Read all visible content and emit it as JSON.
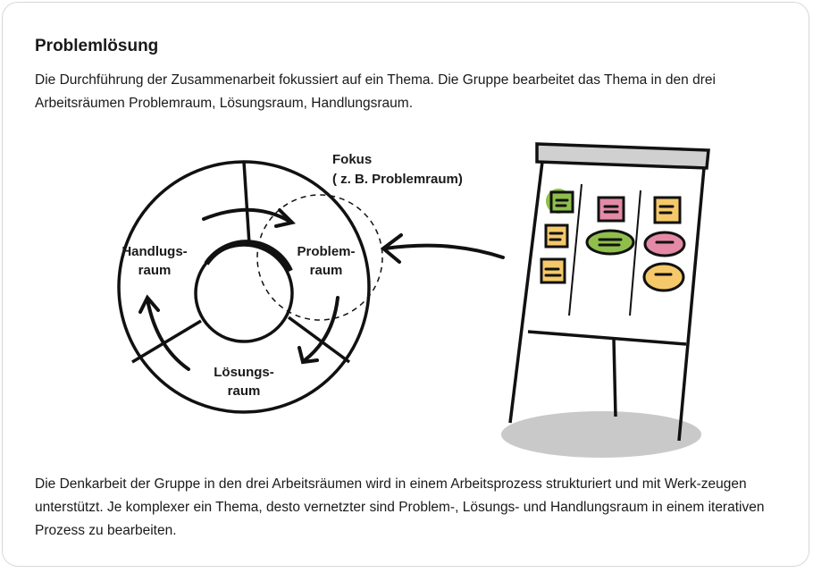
{
  "title": "Problemlösung",
  "intro": "Die Durchführung der Zusammenarbeit fokussiert auf ein Thema. Die Gruppe bearbeitet das Thema in den drei Arbeitsräumen Problemraum, Lösungsraum, Handlungsraum.",
  "outro": "Die Denkarbeit der Gruppe in den drei Arbeitsräumen wird in einem Arbeitsprozess strukturiert und mit Werk-zeugen unterstützt. Je komplexer ein Thema, desto vernetzter sind Problem-, Lösungs- und Handlungsraum in einem iterativen Prozess zu bearbeiten.",
  "diagram": {
    "focus_line1": "Fokus",
    "focus_line2": "( z. B. Problemraum)",
    "handlung_1": "Handlugs-",
    "handlung_2": "raum",
    "problem_1": "Problem-",
    "problem_2": "raum",
    "loesung_1": "Lösungs-",
    "loesung_2": "raum"
  },
  "colors": {
    "green": "#8fbf4a",
    "pink": "#e48aa6",
    "yellow": "#f5c96a",
    "shadow": "#c9c9c9"
  }
}
